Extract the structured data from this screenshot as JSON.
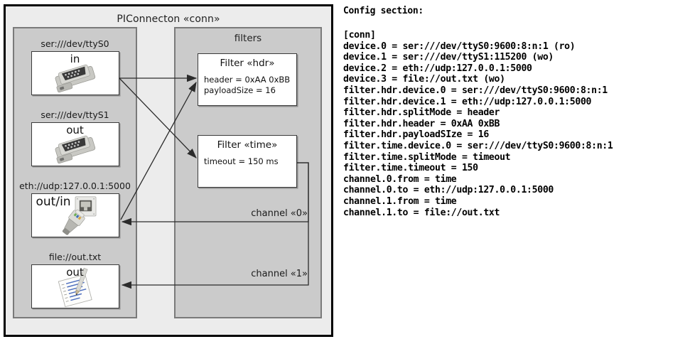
{
  "diagram": {
    "title": "PIConnecton «conn»",
    "panels": {
      "devices_title": "",
      "filters_title": "filters"
    },
    "devices": [
      {
        "label": "ser:///dev/ttyS0",
        "direction": "in",
        "icon": "serial-db9-connector-icon"
      },
      {
        "label": "ser:///dev/ttyS1",
        "direction": "out",
        "icon": "serial-db9-connector-icon"
      },
      {
        "label": "eth://udp:127.0.0.1:5000",
        "direction": "out/in",
        "icon": "ethernet-rj45-icon"
      },
      {
        "label": "file://out.txt",
        "direction": "out",
        "icon": "text-file-pencil-icon"
      }
    ],
    "filters": [
      {
        "title": "Filter «hdr»",
        "props": [
          "header = 0xAA 0xBB",
          "payloadSize = 16"
        ]
      },
      {
        "title": "Filter «time»",
        "props": [
          "timeout = 150 ms"
        ]
      }
    ],
    "channels": [
      {
        "label": "channel «0»"
      },
      {
        "label": "channel «1»"
      }
    ],
    "colors": {
      "outer_background": "#ececec",
      "panel_background": "#cbcbcb",
      "panel_border": "#7a7a7a",
      "box_background": "#ffffff",
      "box_border": "#3b3b3b",
      "frame_border": "#000000",
      "edge_stroke": "#2b2b2b"
    }
  },
  "config": {
    "heading": "Config section:",
    "lines": [
      "[conn]",
      "device.0 = ser:///dev/ttyS0:9600:8:n:1 (ro)",
      "device.1 = ser:///dev/ttyS1:115200 (wo)",
      "device.2 = eth://udp:127.0.0.1:5000",
      "device.3 = file://out.txt (wo)",
      "filter.hdr.device.0 = ser:///dev/ttyS0:9600:8:n:1",
      "filter.hdr.device.1 = eth://udp:127.0.0.1:5000",
      "filter.hdr.splitMode = header",
      "filter.hdr.header = 0xAA 0xBB",
      "filter.hdr.payloadSIze = 16",
      "filter.time.device.0 = ser:///dev/ttyS0:9600:8:n:1",
      "filter.time.splitMode = timeout",
      "filter.time.timeout = 150",
      "channel.0.from = time",
      "channel.0.to = eth://udp:127.0.0.1:5000",
      "channel.1.from = time",
      "channel.1.to = file://out.txt"
    ]
  }
}
